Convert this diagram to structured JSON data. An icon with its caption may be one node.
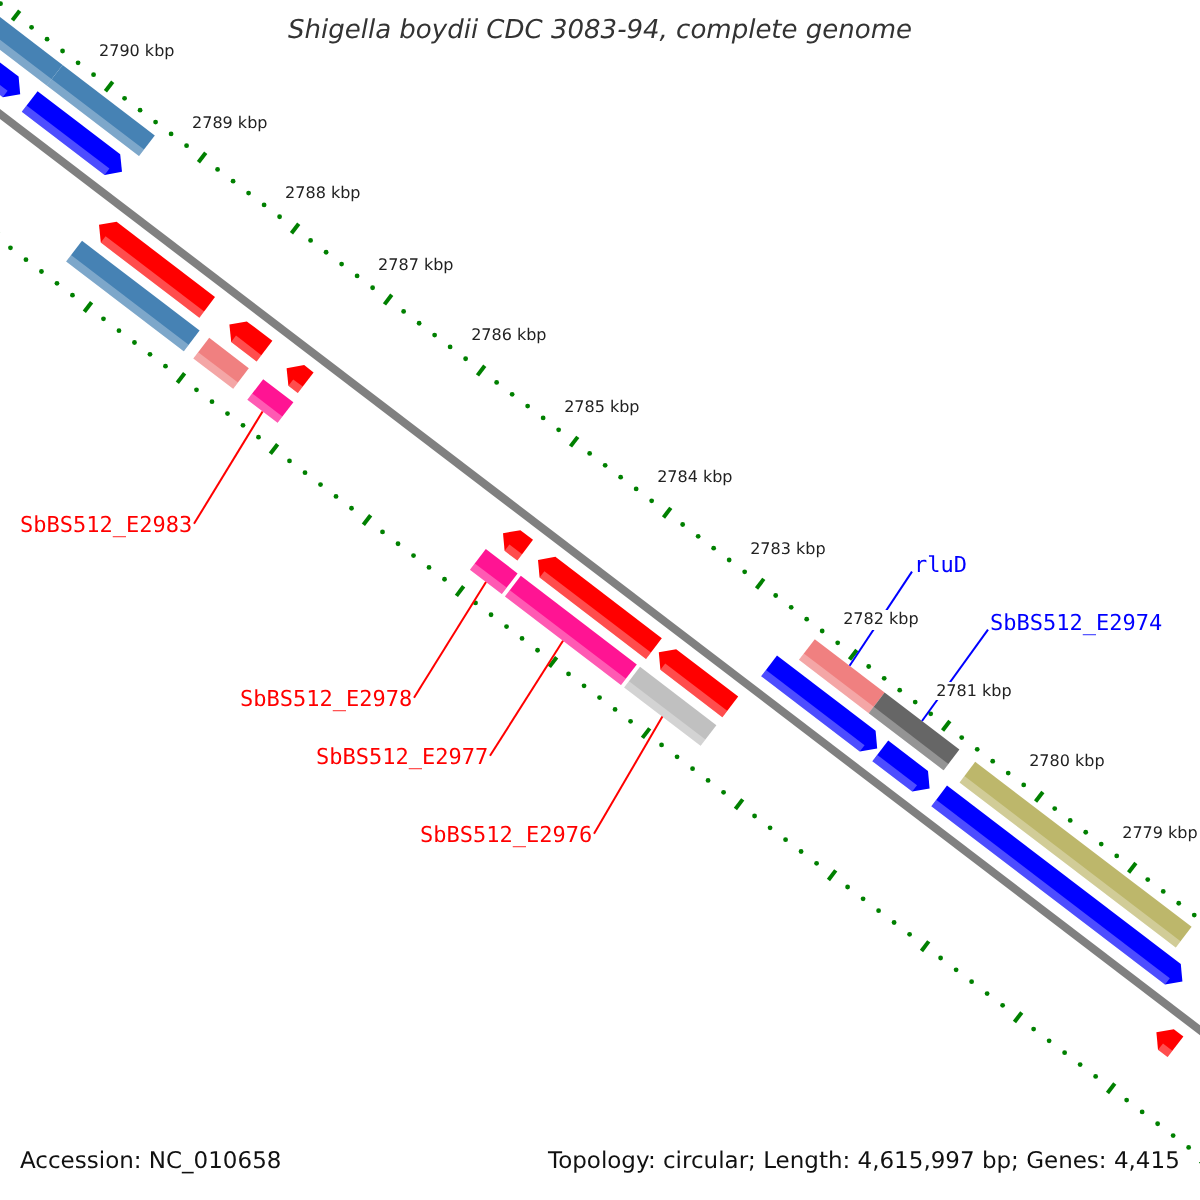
{
  "diagram": {
    "title": "Shigella boydii CDC 3083-94, complete genome",
    "nodes": [
      {
        "text": [
          "SbBS512_E2983"
        ]
      },
      {
        "text": [],
        "shape": "bar"
      },
      {
        "text": [
          "SbBS512_E2978"
        ]
      },
      {
        "text": [],
        "shape": "bar"
      },
      {
        "text": [
          "SbBS512_E2977"
        ]
      },
      {
        "text": [],
        "shape": "bar"
      },
      {
        "text": [
          "SbBS512_E2976"
        ]
      },
      {
        "text": [],
        "shape": "bar"
      },
      {
        "text": [
          "rluD"
        ]
      },
      {
        "text": [],
        "shape": "bar"
      },
      {
        "text": [
          "SbBS512_E2974"
        ]
      },
      {
        "text": [],
        "shape": "bar"
      }
    ],
    "edges": [
      {
        "from": 0,
        "to": 1,
        "arrow": "none"
      },
      {
        "from": 2,
        "to": 3,
        "arrow": "none"
      },
      {
        "from": 4,
        "to": 5,
        "arrow": "none"
      },
      {
        "from": 6,
        "to": 7,
        "arrow": "none"
      },
      {
        "from": 8,
        "to": 9,
        "arrow": "none",
        "color": "#0000ff"
      },
      {
        "from": 10,
        "to": 11,
        "arrow": "none",
        "color": "#0000ff"
      }
    ],
    "labels": [
      "2790 kbp",
      "2789 kbp",
      "2788 kbp",
      "2787 kbp",
      "2786 kbp",
      "2785 kbp",
      "2784 kbp",
      "2783 kbp",
      "2782 kbp",
      "2781 kbp",
      "2780 kbp",
      "2779 kbp",
      "Accession: NC_010658",
      "Topology: circular; Length: 4,615,997 bp; Genes: 4,415"
    ]
  }
}
